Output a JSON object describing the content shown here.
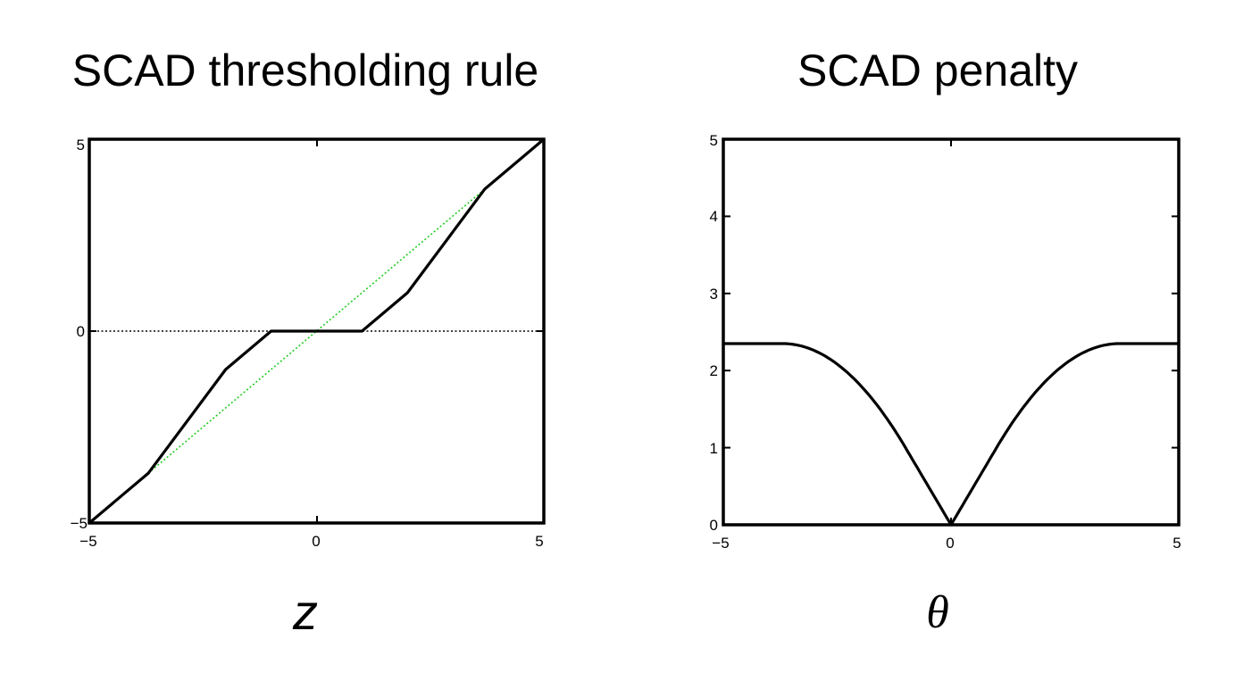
{
  "chart_data": [
    {
      "type": "line",
      "title": "SCAD thresholding rule",
      "xlabel": "z",
      "ylabel": "",
      "xlim": [
        -5,
        5
      ],
      "ylim": [
        -5,
        5
      ],
      "xticks": [
        "−5",
        "0",
        "5"
      ],
      "yticks": [
        "5",
        "0",
        "−5"
      ],
      "grid": false,
      "series": [
        {
          "style": "solid",
          "color": "#000000",
          "x": [
            -5,
            -3.7,
            -2,
            -1,
            1,
            2,
            3.7,
            5
          ],
          "y": [
            -5,
            -3.7,
            -1,
            0,
            0,
            1,
            3.7,
            5
          ]
        },
        {
          "style": "dotted",
          "color": "#22cc22",
          "x": [
            -3.7,
            3.7
          ],
          "y": [
            -3.7,
            3.7
          ]
        },
        {
          "style": "dotted",
          "color": "#000000",
          "x": [
            -5,
            5
          ],
          "y": [
            0,
            0
          ]
        }
      ]
    },
    {
      "type": "line",
      "title": "SCAD penalty",
      "xlabel": "θ",
      "ylabel": "",
      "xlim": [
        -5,
        5
      ],
      "ylim": [
        0,
        5
      ],
      "xticks": [
        "−5",
        "0",
        "5"
      ],
      "yticks": [
        "5",
        "4",
        "3",
        "2",
        "1",
        "0"
      ],
      "grid": false,
      "series": [
        {
          "style": "solid",
          "color": "#000000",
          "function": "SCAD penalty, lambda = 1, a = 3.7",
          "x": [
            -5,
            -3.7,
            -3,
            -2,
            -1,
            0,
            1,
            2,
            3,
            3.7,
            5
          ],
          "y": [
            2.35,
            2.35,
            2.27,
            1.78,
            1,
            0,
            1,
            1.78,
            2.27,
            2.35,
            2.35
          ]
        }
      ]
    }
  ]
}
